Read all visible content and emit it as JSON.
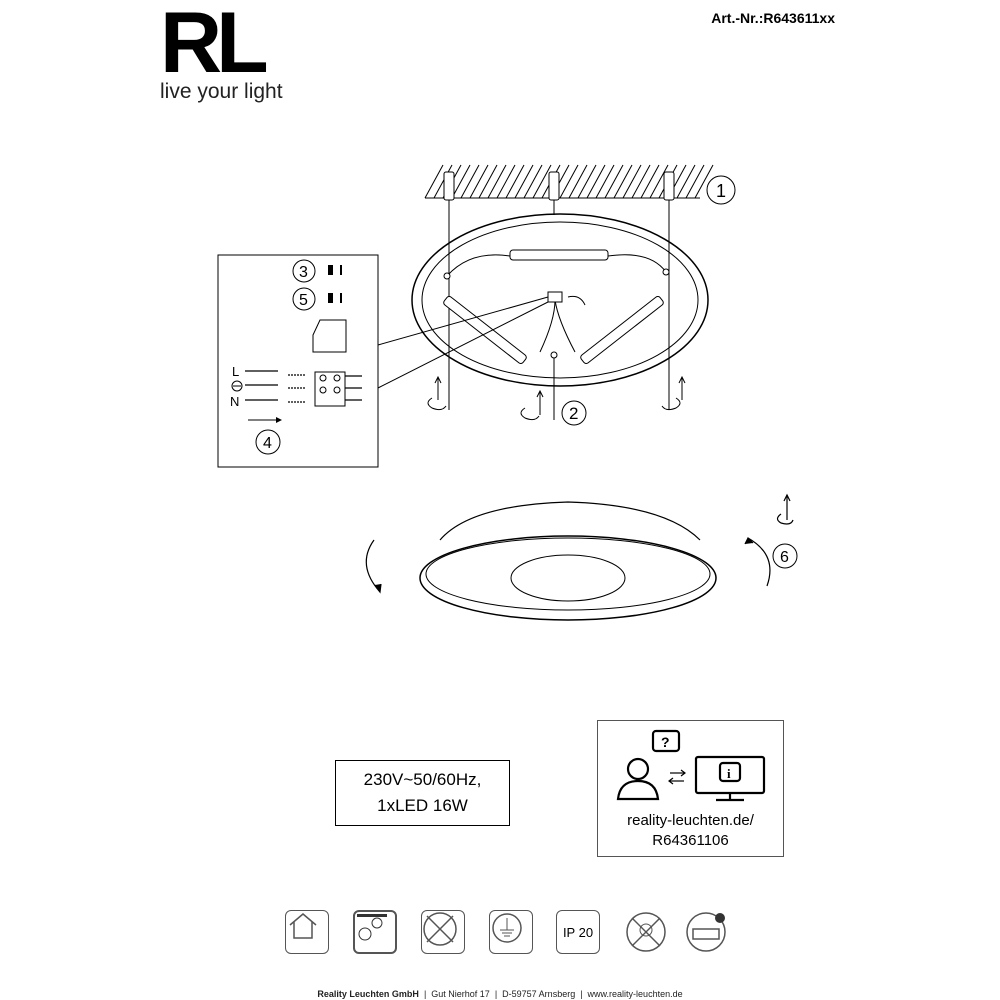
{
  "header": {
    "logo_mark": "RL",
    "logo_tagline": "live your light",
    "article_number": "Art.-Nr.:R643611xx"
  },
  "steps": {
    "s1": "1",
    "s2": "2",
    "s3": "3",
    "s4": "4",
    "s5": "5",
    "s6": "6"
  },
  "wiring": {
    "L": "L",
    "N": "N"
  },
  "spec": {
    "line1": "230V~50/60Hz,",
    "line2": "1xLED 16W"
  },
  "support": {
    "url_line1": "reality-leuchten.de/",
    "url_line2": "R64361106"
  },
  "symbols": {
    "ip_rating": "IP 20"
  },
  "footer": {
    "company": "Reality Leuchten GmbH",
    "address": "Gut Nierhof 17",
    "city": "D-59757 Arnsberg",
    "website": "www.reality-leuchten.de"
  }
}
